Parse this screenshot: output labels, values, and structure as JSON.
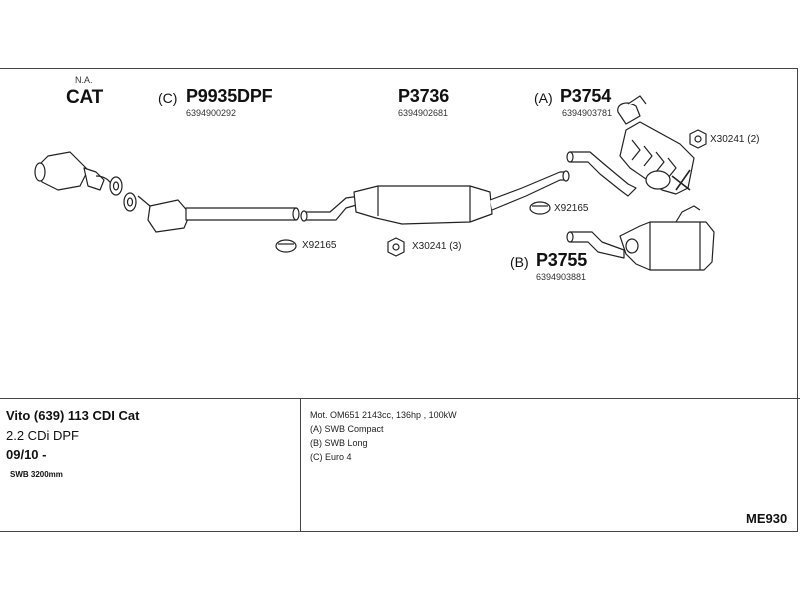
{
  "parts": {
    "cat": {
      "note": "N.A.",
      "label": "CAT"
    },
    "p9935dpf": {
      "prefix": "(C)",
      "code": "P9935DPF",
      "number": "6394900292"
    },
    "p3736": {
      "code": "P3736",
      "number": "6394902681"
    },
    "p3754": {
      "prefix": "(A)",
      "code": "P3754",
      "number": "6394903781"
    },
    "p3755": {
      "prefix": "(B)",
      "code": "P3755",
      "number": "6394903881"
    }
  },
  "fittings": {
    "x92165_left": "X92165",
    "x30241_center": "X30241 (3)",
    "x92165_right": "X92165",
    "x30241_right": "X30241 (2)"
  },
  "vehicle": {
    "model": "Vito (639) 113 CDI Cat",
    "engine": "2.2 CDi DPF",
    "date": "09/10 -",
    "wheelbase": "SWB 3200mm"
  },
  "notes": {
    "motor": "Mot. OM651 2143cc, 136hp , 100kW",
    "a": "(A) SWB Compact",
    "b": "(B) SWB Long",
    "c": "(C) Euro 4"
  },
  "diagram_code": "ME930"
}
